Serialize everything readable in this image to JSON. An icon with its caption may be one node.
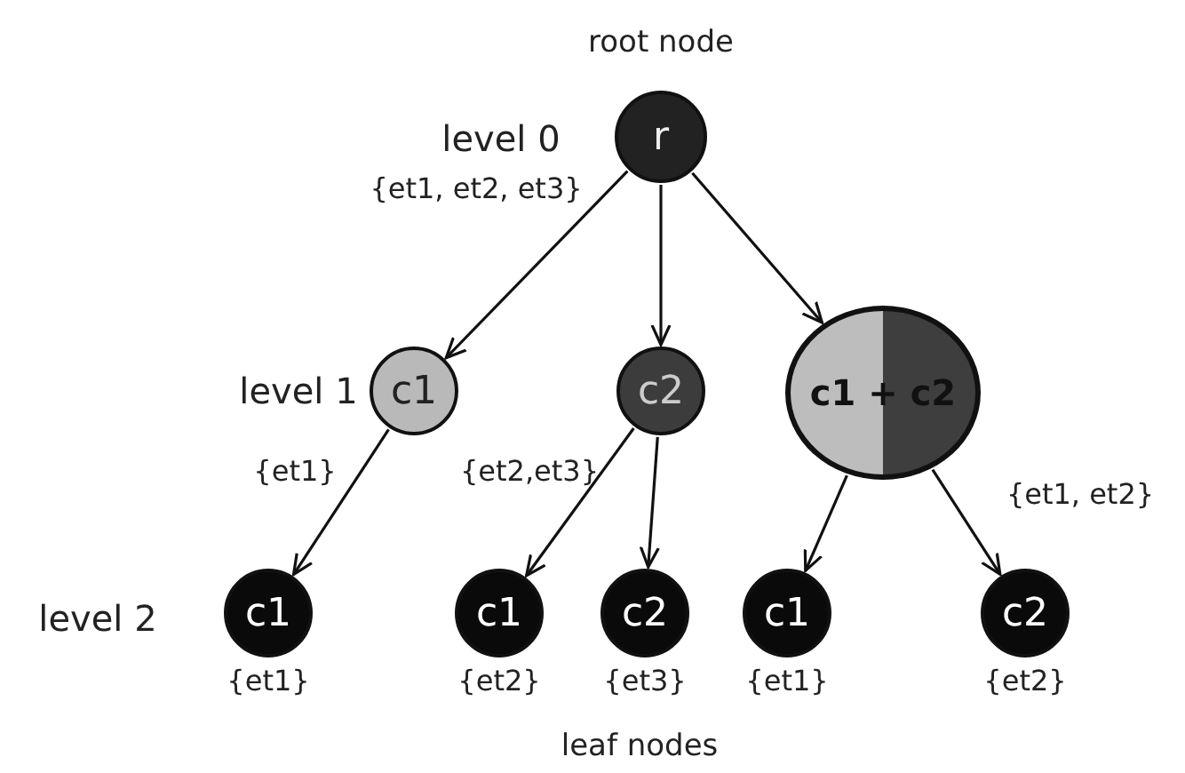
{
  "diagram": {
    "nodes": [
      {
        "text": [
          "r"
        ],
        "beside": [
          "{et1, et2, et3}"
        ]
      },
      {
        "text": [
          "c1"
        ],
        "beside": [
          "{et1}"
        ]
      },
      {
        "text": [
          "c2"
        ]
      },
      {
        "text": [
          "c1 + c2"
        ],
        "beside": [
          "{et1, et2}"
        ]
      },
      {
        "text": [
          "c1"
        ],
        "beside": [
          "{et1}"
        ]
      },
      {
        "text": [
          "c1"
        ],
        "beside": [
          "{et2}"
        ]
      },
      {
        "text": [
          "c2"
        ],
        "beside": [
          "{et3}"
        ]
      },
      {
        "text": [
          "c1"
        ],
        "beside": [
          "{et1}"
        ]
      },
      {
        "text": [
          "c2"
        ],
        "beside": [
          "{et2}"
        ]
      }
    ],
    "edges": [
      {
        "from": 0,
        "to": 1,
        "arrow": "to"
      },
      {
        "from": 0,
        "to": 2,
        "arrow": "to"
      },
      {
        "from": 0,
        "to": 3,
        "arrow": "to"
      },
      {
        "from": 1,
        "to": 4,
        "arrow": "to"
      },
      {
        "from": 2,
        "to": 5,
        "arrow": "to"
      },
      {
        "from": 2,
        "to": 6,
        "arrow": "to"
      },
      {
        "from": 3,
        "to": 7,
        "arrow": "to"
      },
      {
        "from": 3,
        "to": 8,
        "arrow": "to"
      }
    ],
    "labels": [
      "root node",
      "level 0",
      "level 1",
      "{et2,et3}",
      "level 2",
      "leaf nodes"
    ]
  }
}
